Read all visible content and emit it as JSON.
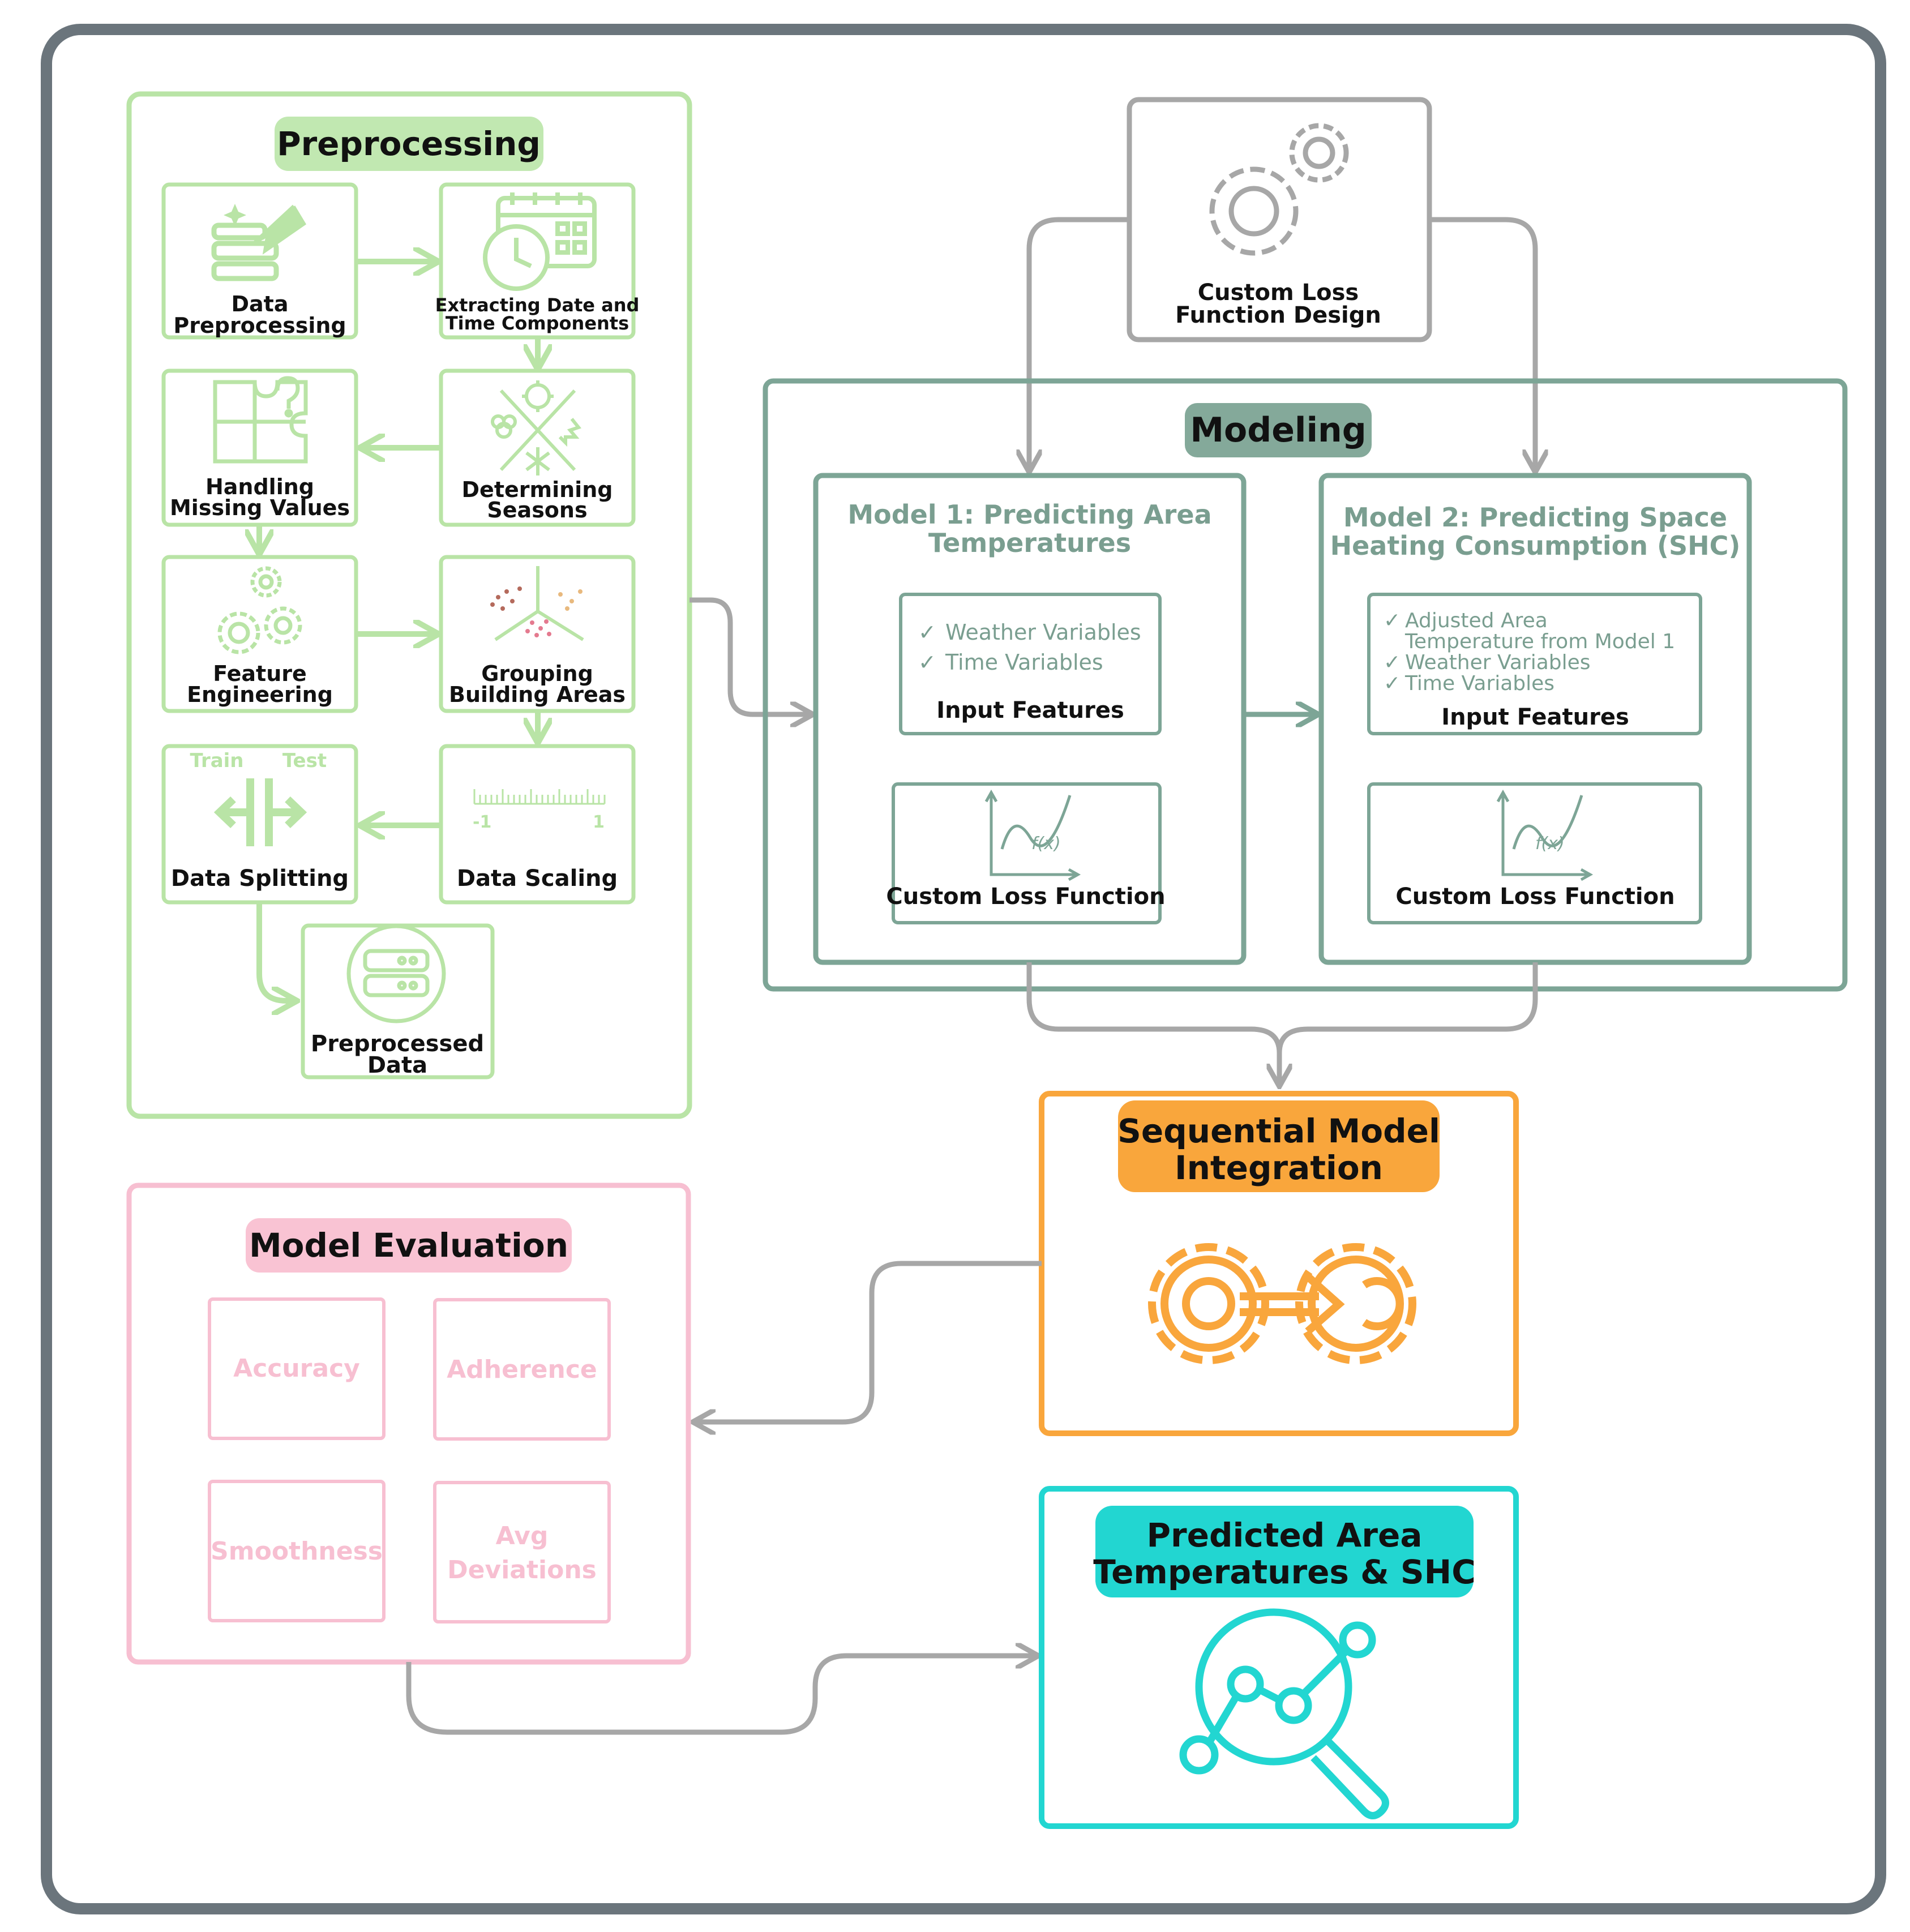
{
  "preprocessing": {
    "title": "Preprocessing",
    "steps": {
      "data_preprocessing": [
        "Data",
        "Preprocessing"
      ],
      "extracting": [
        "Extracting Date and",
        "Time Components"
      ],
      "handling_missing": [
        "Handling",
        "Missing Values"
      ],
      "determining_seasons": [
        "Determining",
        "Seasons"
      ],
      "feature_engineering": [
        "Feature",
        "Engineering"
      ],
      "grouping": [
        "Grouping",
        "Building Areas"
      ],
      "data_splitting": "Data Splitting",
      "split_train": "Train",
      "split_test": "Test",
      "data_scaling": "Data Scaling",
      "scale_min": "-1",
      "scale_max": "1",
      "preprocessed": [
        "Preprocessed",
        "Data"
      ]
    }
  },
  "custom_loss_design": [
    "Custom Loss",
    "Function Design"
  ],
  "modeling": {
    "title": "Modeling",
    "model1": {
      "title": [
        "Model 1: Predicting Area",
        "Temperatures"
      ],
      "features": [
        "Weather Variables",
        "Time Variables"
      ],
      "check_marks": [
        "✓",
        "✓"
      ],
      "input_label": "Input Features",
      "fx_label": "f(x)",
      "loss_label": "Custom Loss Function"
    },
    "model2": {
      "title": [
        "Model 2: Predicting Space",
        "Heating Consumption (SHC)"
      ],
      "features": [
        "Adjusted Area",
        "Temperature from Model 1",
        "Weather Variables",
        "Time Variables"
      ],
      "check_marks": [
        "✓",
        "",
        "✓",
        "✓"
      ],
      "input_label": "Input Features",
      "fx_label": "f(x)",
      "loss_label": "Custom Loss Function"
    }
  },
  "sequential": {
    "title": [
      "Sequential Model",
      "Integration"
    ]
  },
  "evaluation": {
    "title": "Model Evaluation",
    "metrics": [
      [
        "Accuracy"
      ],
      [
        "Adherence"
      ],
      [
        "Smoothness"
      ],
      [
        "Avg",
        "Deviations"
      ]
    ]
  },
  "predicted": {
    "title": [
      "Predicted Area",
      "Temperatures & SHC"
    ]
  },
  "colors": {
    "frame": "#6b757c",
    "green": "#b9e4a6",
    "green_pill": "#c1e8b1",
    "sage": "#7da596",
    "sage_pill": "#84a99a",
    "gray_arrow": "#a7a7a7",
    "orange": "#f9a63c",
    "pink": "#f7bfd1",
    "pink_pill": "#f9c3d3",
    "cyan": "#22d6d1"
  }
}
